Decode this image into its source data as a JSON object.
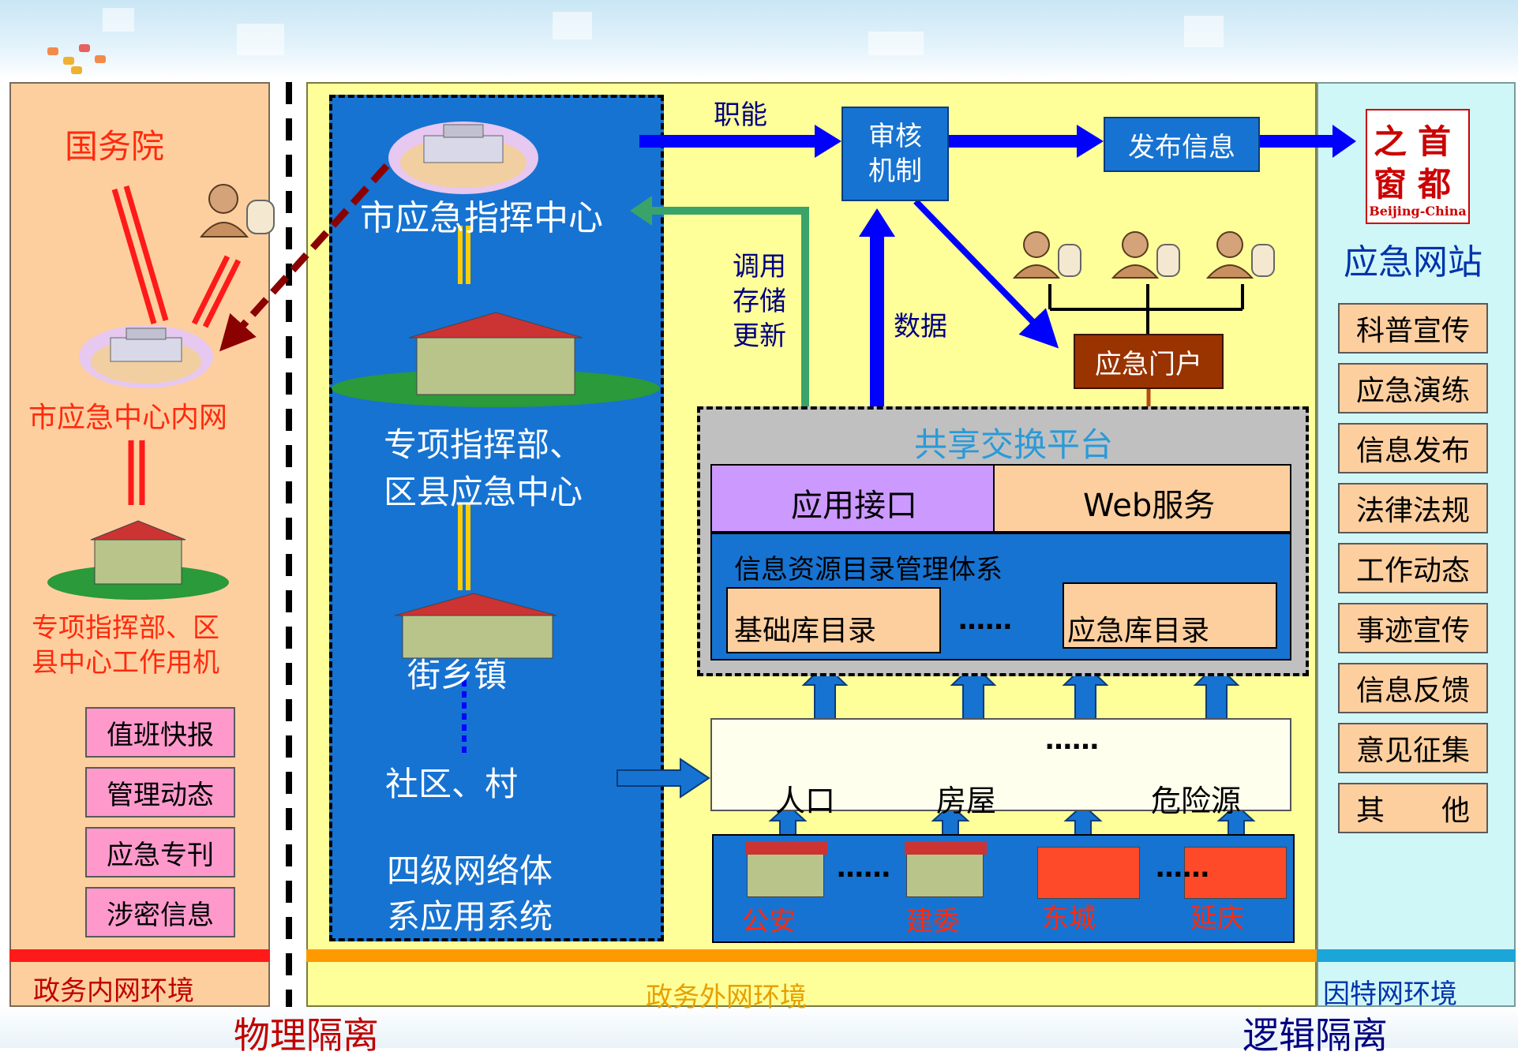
{
  "left": {
    "state_council": "国务院",
    "intranet": "市应急中心内网",
    "workstation_line1": "专项指挥部、区",
    "workstation_line2": "县中心工作用机",
    "menu": [
      "值班快报",
      "管理动态",
      "应急专刊",
      "涉密信息"
    ],
    "env": "政务内网环境"
  },
  "divider": {
    "physical": "物理隔离",
    "logical": "逻辑隔离"
  },
  "middle": {
    "levels": [
      "市应急指挥中心",
      "专项指挥部、",
      "区县应急中心",
      "街乡镇",
      "社区、村"
    ],
    "system_line1": "四级网络体",
    "system_line2": "系应用系统",
    "function": "职能",
    "audit_line1": "审核",
    "audit_line2": "机制",
    "publish": "发布信息",
    "invoke": [
      "调用",
      "存储",
      "更新"
    ],
    "data": "数据",
    "portal": "应急门户",
    "platform_title": "共享交换平台",
    "app_interface": "应用接口",
    "web_service": "Web服务",
    "catalog_system": "信息资源目录管理体系",
    "base_catalog": "基础库目录",
    "emergency_catalog": "应急库目录",
    "dots": "……",
    "databases": [
      "人口",
      "房屋",
      "危险源"
    ],
    "sources": [
      "公安",
      "建委",
      "东城",
      "延庆"
    ],
    "env": "政务外网环境"
  },
  "right": {
    "logo_chars": [
      "之",
      "首",
      "窗",
      "都"
    ],
    "logo_sub": "Beijing-China",
    "site": "应急网站",
    "menu": [
      "科普宣传",
      "应急演练",
      "信息发布",
      "法律法规",
      "工作动态",
      "事迹宣传",
      "信息反馈",
      "意见征集",
      "其　　他"
    ],
    "env": "因特网环境"
  },
  "colors": {
    "left_bg": "#fdcf9f",
    "mid_bg": "#ffff99",
    "right_bg": "#d0f7f7",
    "blue": "#1673d2",
    "red": "#ff2a0e",
    "green_arrow": "#3aa36a",
    "portal": "#993300"
  }
}
